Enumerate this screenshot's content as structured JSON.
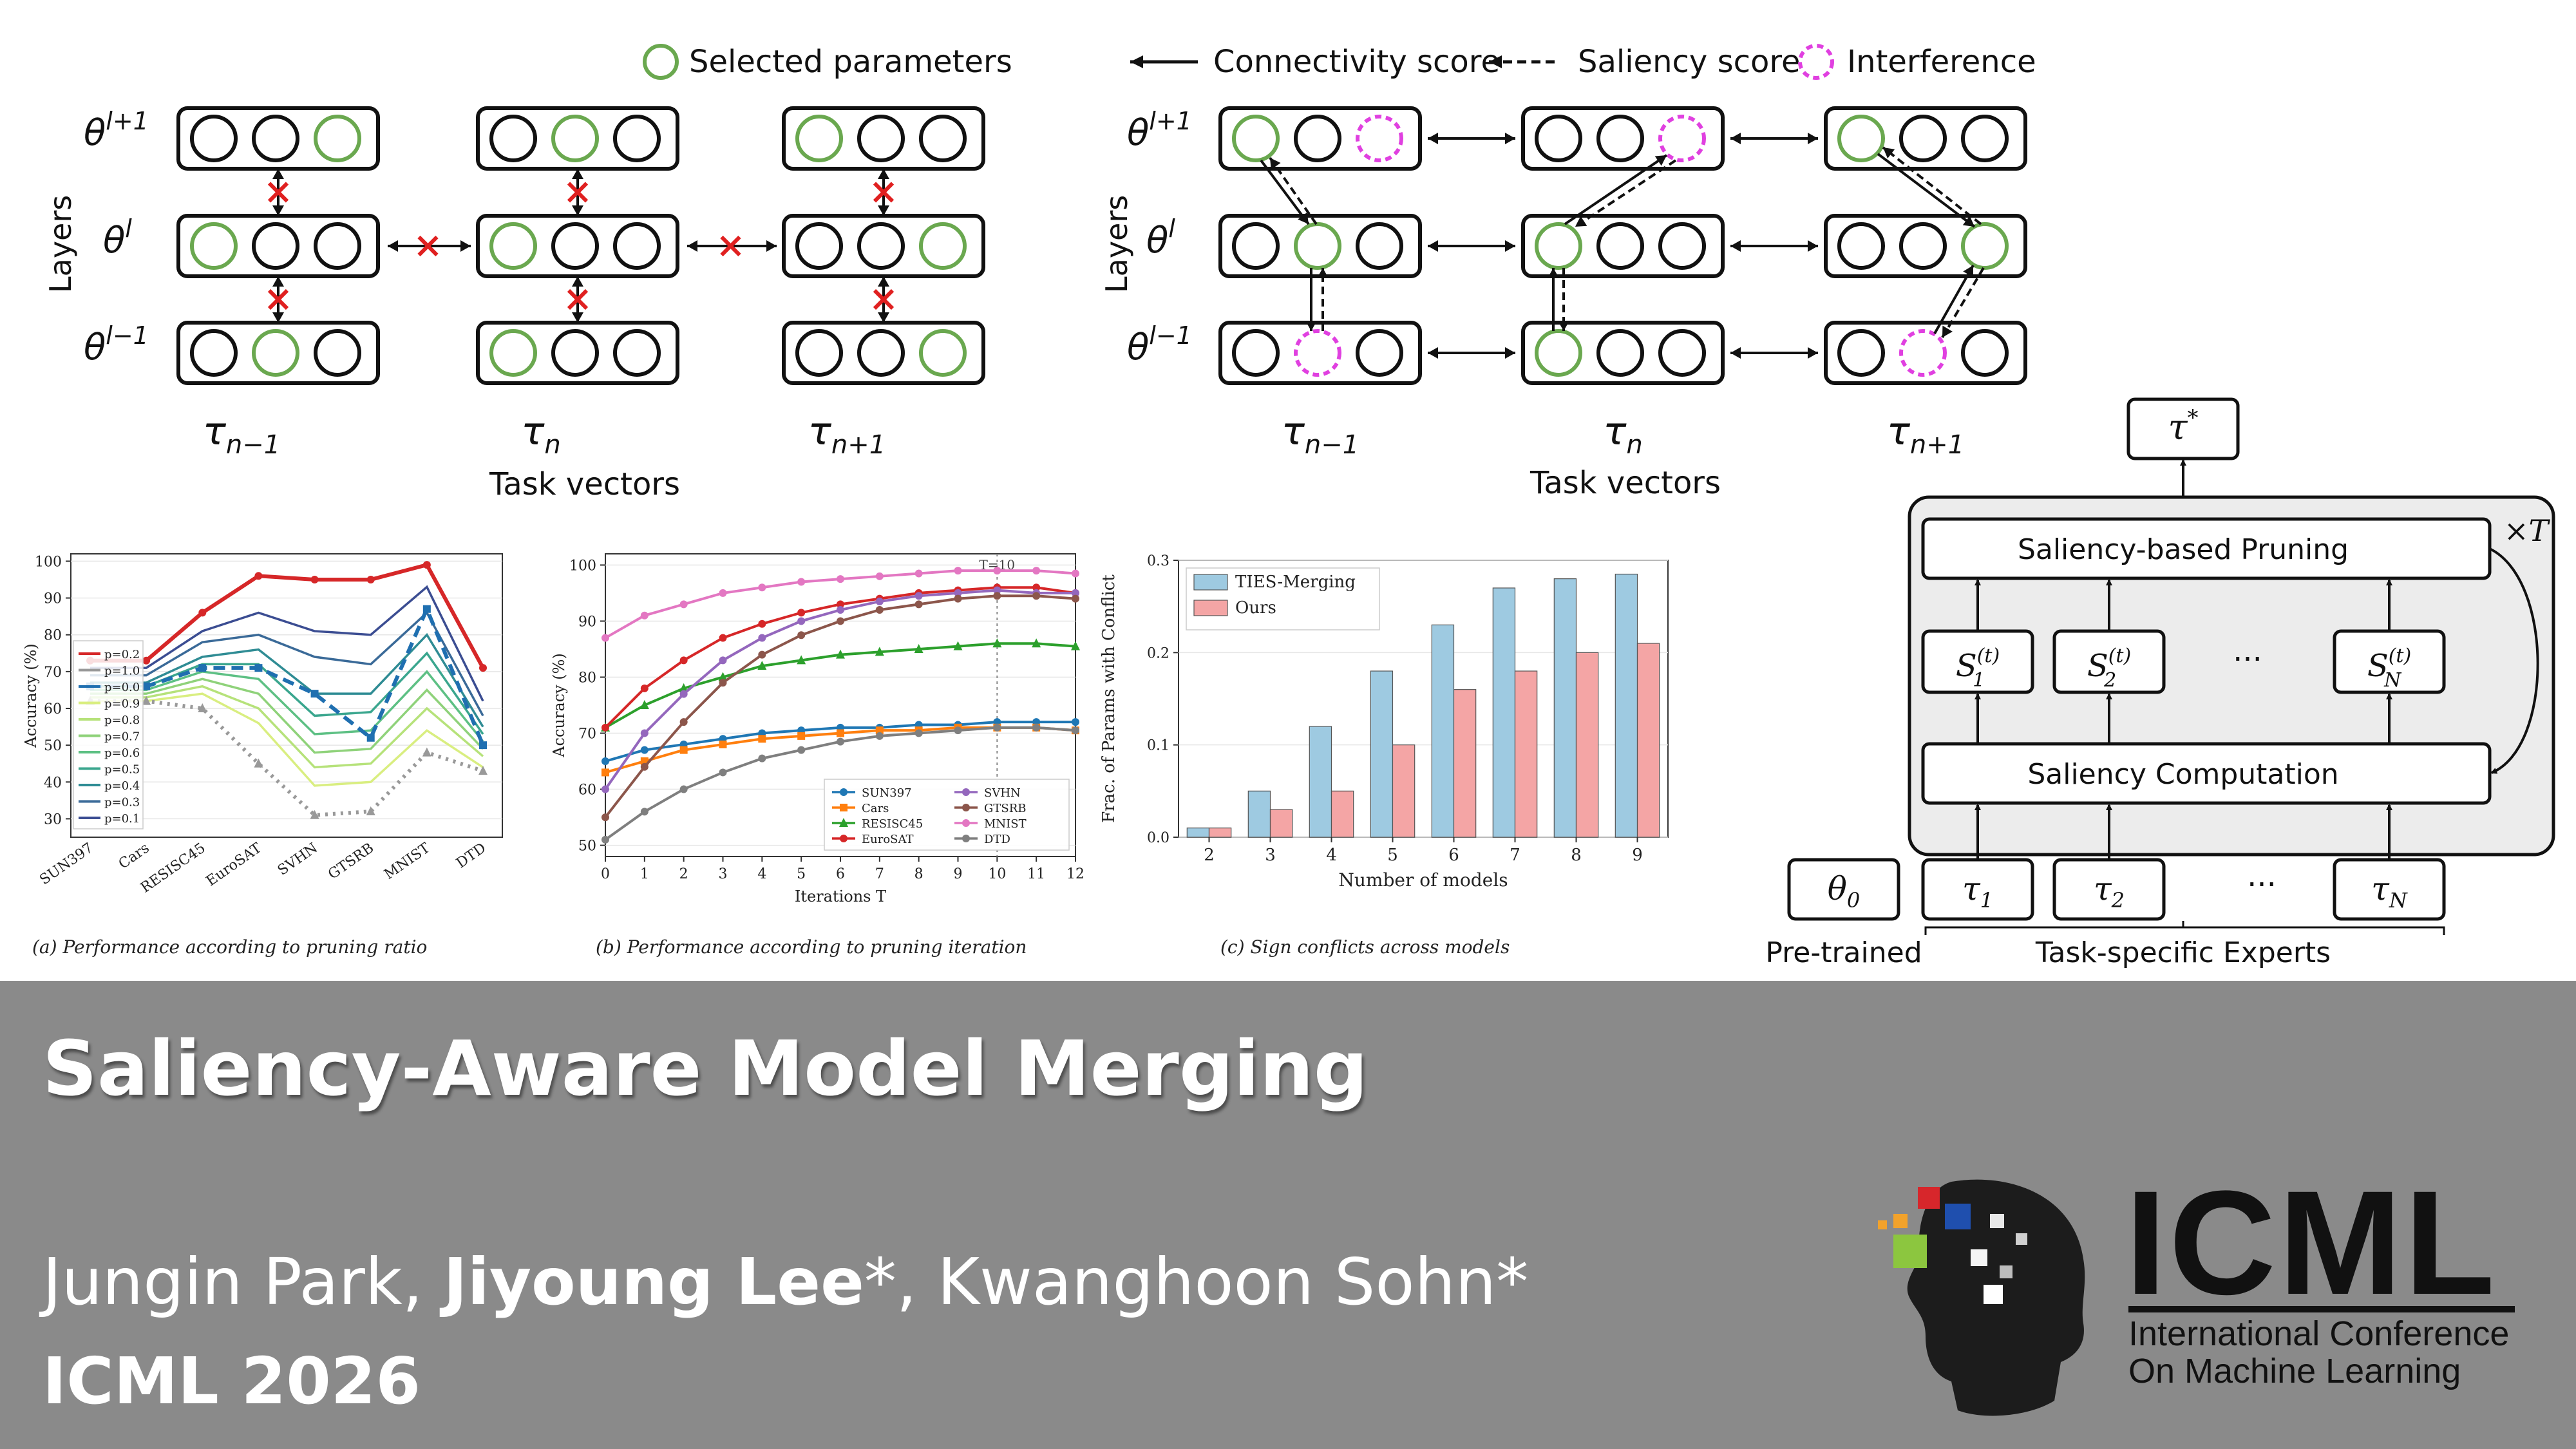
{
  "slide": {
    "title": "Saliency-Aware Model Merging",
    "authors": {
      "first": "Jungin Park, ",
      "second": "Jiyoung Lee",
      "second_mark": "*, Kwanghoon Sohn*"
    },
    "venue": "ICML 2026"
  },
  "logo": {
    "name": "ICML",
    "subtitle_line1": "International Conference",
    "subtitle_line2": "On Machine Learning"
  },
  "colors": {
    "selected": "#6aa84f",
    "interference": "#e040e0",
    "conflict": "#e02020",
    "banner": "#8a8a8a"
  },
  "left_diagram": {
    "legend": "Selected parameters",
    "axis_label": "Layers",
    "rows": [
      "θ",
      "θ",
      "θ"
    ],
    "row_sups": [
      "l+1",
      "l",
      "l−1"
    ],
    "tasks": [
      "τ",
      "τ",
      "τ"
    ],
    "task_subs": [
      "n−1",
      "n",
      "n+1"
    ],
    "caption": "Task vectors"
  },
  "right_diagram": {
    "legend_connectivity": "Connectivity score",
    "legend_saliency": "Saliency score",
    "legend_interference": "Interference",
    "axis_label": "Layers",
    "caption": "Task vectors"
  },
  "pipeline": {
    "output": "τ",
    "output_sup": "*",
    "repeat": "×T",
    "pruning": "Saliency-based Pruning",
    "computation": "Saliency Computation",
    "scores": [
      "S",
      "S",
      "S"
    ],
    "score_subs": [
      "1",
      "2",
      "N"
    ],
    "score_sup": "(t)",
    "ellipsis": "···",
    "pretrained_symbol": "θ",
    "pretrained_sub": "0",
    "experts": [
      "τ",
      "τ",
      "τ"
    ],
    "expert_subs": [
      "1",
      "2",
      "N"
    ],
    "label_pretrained": "Pre-trained",
    "label_experts": "Task-specific Experts"
  },
  "chart_data": [
    {
      "type": "line",
      "caption": "(a) Performance according to pruning ratio",
      "ylabel": "Accuracy (%)",
      "categories": [
        "SUN397",
        "Cars",
        "RESISC45",
        "EuroSAT",
        "SVHN",
        "GTSRB",
        "MNIST",
        "DTD"
      ],
      "ylim": [
        25,
        102
      ],
      "yticks": [
        30,
        40,
        50,
        60,
        70,
        80,
        90,
        100
      ],
      "legend_position": "middle-left",
      "series": [
        {
          "name": "p=0.2",
          "color": "#d62728",
          "values": [
            73,
            73,
            86,
            96,
            95,
            95,
            99,
            71
          ]
        },
        {
          "name": "p=1.0",
          "color": "#999999",
          "values": [
            62,
            62,
            60,
            45,
            31,
            32,
            48,
            43
          ]
        },
        {
          "name": "p=0.0",
          "color": "#1f6fb0",
          "values": [
            66,
            66,
            71,
            71,
            64,
            52,
            87,
            50
          ]
        },
        {
          "name": "p=0.9",
          "color": "#d9ee80",
          "values": [
            62,
            62,
            64,
            56,
            39,
            40,
            54,
            44
          ]
        },
        {
          "name": "p=0.8",
          "color": "#b6e27a",
          "values": [
            63,
            63,
            66,
            60,
            44,
            45,
            60,
            47
          ]
        },
        {
          "name": "p=0.7",
          "color": "#8fd27a",
          "values": [
            64,
            64,
            68,
            64,
            48,
            49,
            65,
            49
          ]
        },
        {
          "name": "p=0.6",
          "color": "#5dc084",
          "values": [
            65,
            65,
            70,
            68,
            53,
            54,
            70,
            51
          ]
        },
        {
          "name": "p=0.5",
          "color": "#3aa68e",
          "values": [
            66,
            66,
            72,
            72,
            58,
            59,
            75,
            53
          ]
        },
        {
          "name": "p=0.4",
          "color": "#2f8c94",
          "values": [
            67,
            67,
            74,
            76,
            64,
            64,
            80,
            55
          ]
        },
        {
          "name": "p=0.3",
          "color": "#3a6a98",
          "values": [
            69,
            69,
            78,
            80,
            74,
            72,
            86,
            58
          ]
        },
        {
          "name": "p=0.1",
          "color": "#3b4d92",
          "values": [
            71,
            71,
            81,
            86,
            81,
            80,
            93,
            62
          ]
        }
      ]
    },
    {
      "type": "line",
      "caption": "(b) Performance according to pruning iteration",
      "xlabel": "Iterations T",
      "ylabel": "Accuracy (%)",
      "x": [
        0,
        1,
        2,
        3,
        4,
        5,
        6,
        7,
        8,
        9,
        10,
        11,
        12
      ],
      "ylim": [
        48,
        102
      ],
      "yticks": [
        50,
        60,
        70,
        80,
        90,
        100
      ],
      "annotation": "T=10",
      "annotation_x": 10,
      "legend_position": "lower-right",
      "series": [
        {
          "name": "SUN397",
          "color": "#1f77b4",
          "values": [
            65,
            67,
            68,
            69,
            70,
            70.5,
            71,
            71,
            71.5,
            71.5,
            72,
            72,
            72
          ]
        },
        {
          "name": "Cars",
          "color": "#ff7f0e",
          "values": [
            63,
            65,
            67,
            68,
            69,
            69.5,
            70,
            70.5,
            70.5,
            71,
            71,
            71,
            70.5
          ]
        },
        {
          "name": "RESISC45",
          "color": "#2ca02c",
          "values": [
            71,
            75,
            78,
            80,
            82,
            83,
            84,
            84.5,
            85,
            85.5,
            86,
            86,
            85.5
          ]
        },
        {
          "name": "EuroSAT",
          "color": "#d62728",
          "values": [
            71,
            78,
            83,
            87,
            89.5,
            91.5,
            93,
            94,
            95,
            95.5,
            96,
            96,
            95
          ]
        },
        {
          "name": "SVHN",
          "color": "#9467bd",
          "values": [
            60,
            70,
            77,
            83,
            87,
            90,
            92,
            93.5,
            94.5,
            95,
            95.5,
            95,
            95
          ]
        },
        {
          "name": "GTSRB",
          "color": "#8c564b",
          "values": [
            55,
            64,
            72,
            79,
            84,
            87.5,
            90,
            92,
            93,
            94,
            94.5,
            94.5,
            94
          ]
        },
        {
          "name": "MNIST",
          "color": "#e377c2",
          "values": [
            87,
            91,
            93,
            95,
            96,
            97,
            97.5,
            98,
            98.5,
            99,
            99,
            99,
            98.5
          ]
        },
        {
          "name": "DTD",
          "color": "#7f7f7f",
          "values": [
            51,
            56,
            60,
            63,
            65.5,
            67,
            68.5,
            69.5,
            70,
            70.5,
            71,
            71,
            70.5
          ]
        }
      ]
    },
    {
      "type": "bar",
      "caption": "(c) Sign conflicts across models",
      "xlabel": "Number of models",
      "ylabel": "Frac. of Params with Conflict",
      "categories": [
        "2",
        "3",
        "4",
        "5",
        "6",
        "7",
        "8",
        "9"
      ],
      "ylim": [
        0,
        0.3
      ],
      "yticks": [
        0.0,
        0.1,
        0.2,
        0.3
      ],
      "legend_position": "top-left",
      "series": [
        {
          "name": "TIES-Merging",
          "color": "#9ecae1",
          "values": [
            0.01,
            0.05,
            0.12,
            0.18,
            0.23,
            0.27,
            0.28,
            0.285
          ]
        },
        {
          "name": "Ours",
          "color": "#f4a5a5",
          "values": [
            0.01,
            0.03,
            0.05,
            0.1,
            0.16,
            0.18,
            0.2,
            0.21
          ]
        }
      ]
    }
  ]
}
